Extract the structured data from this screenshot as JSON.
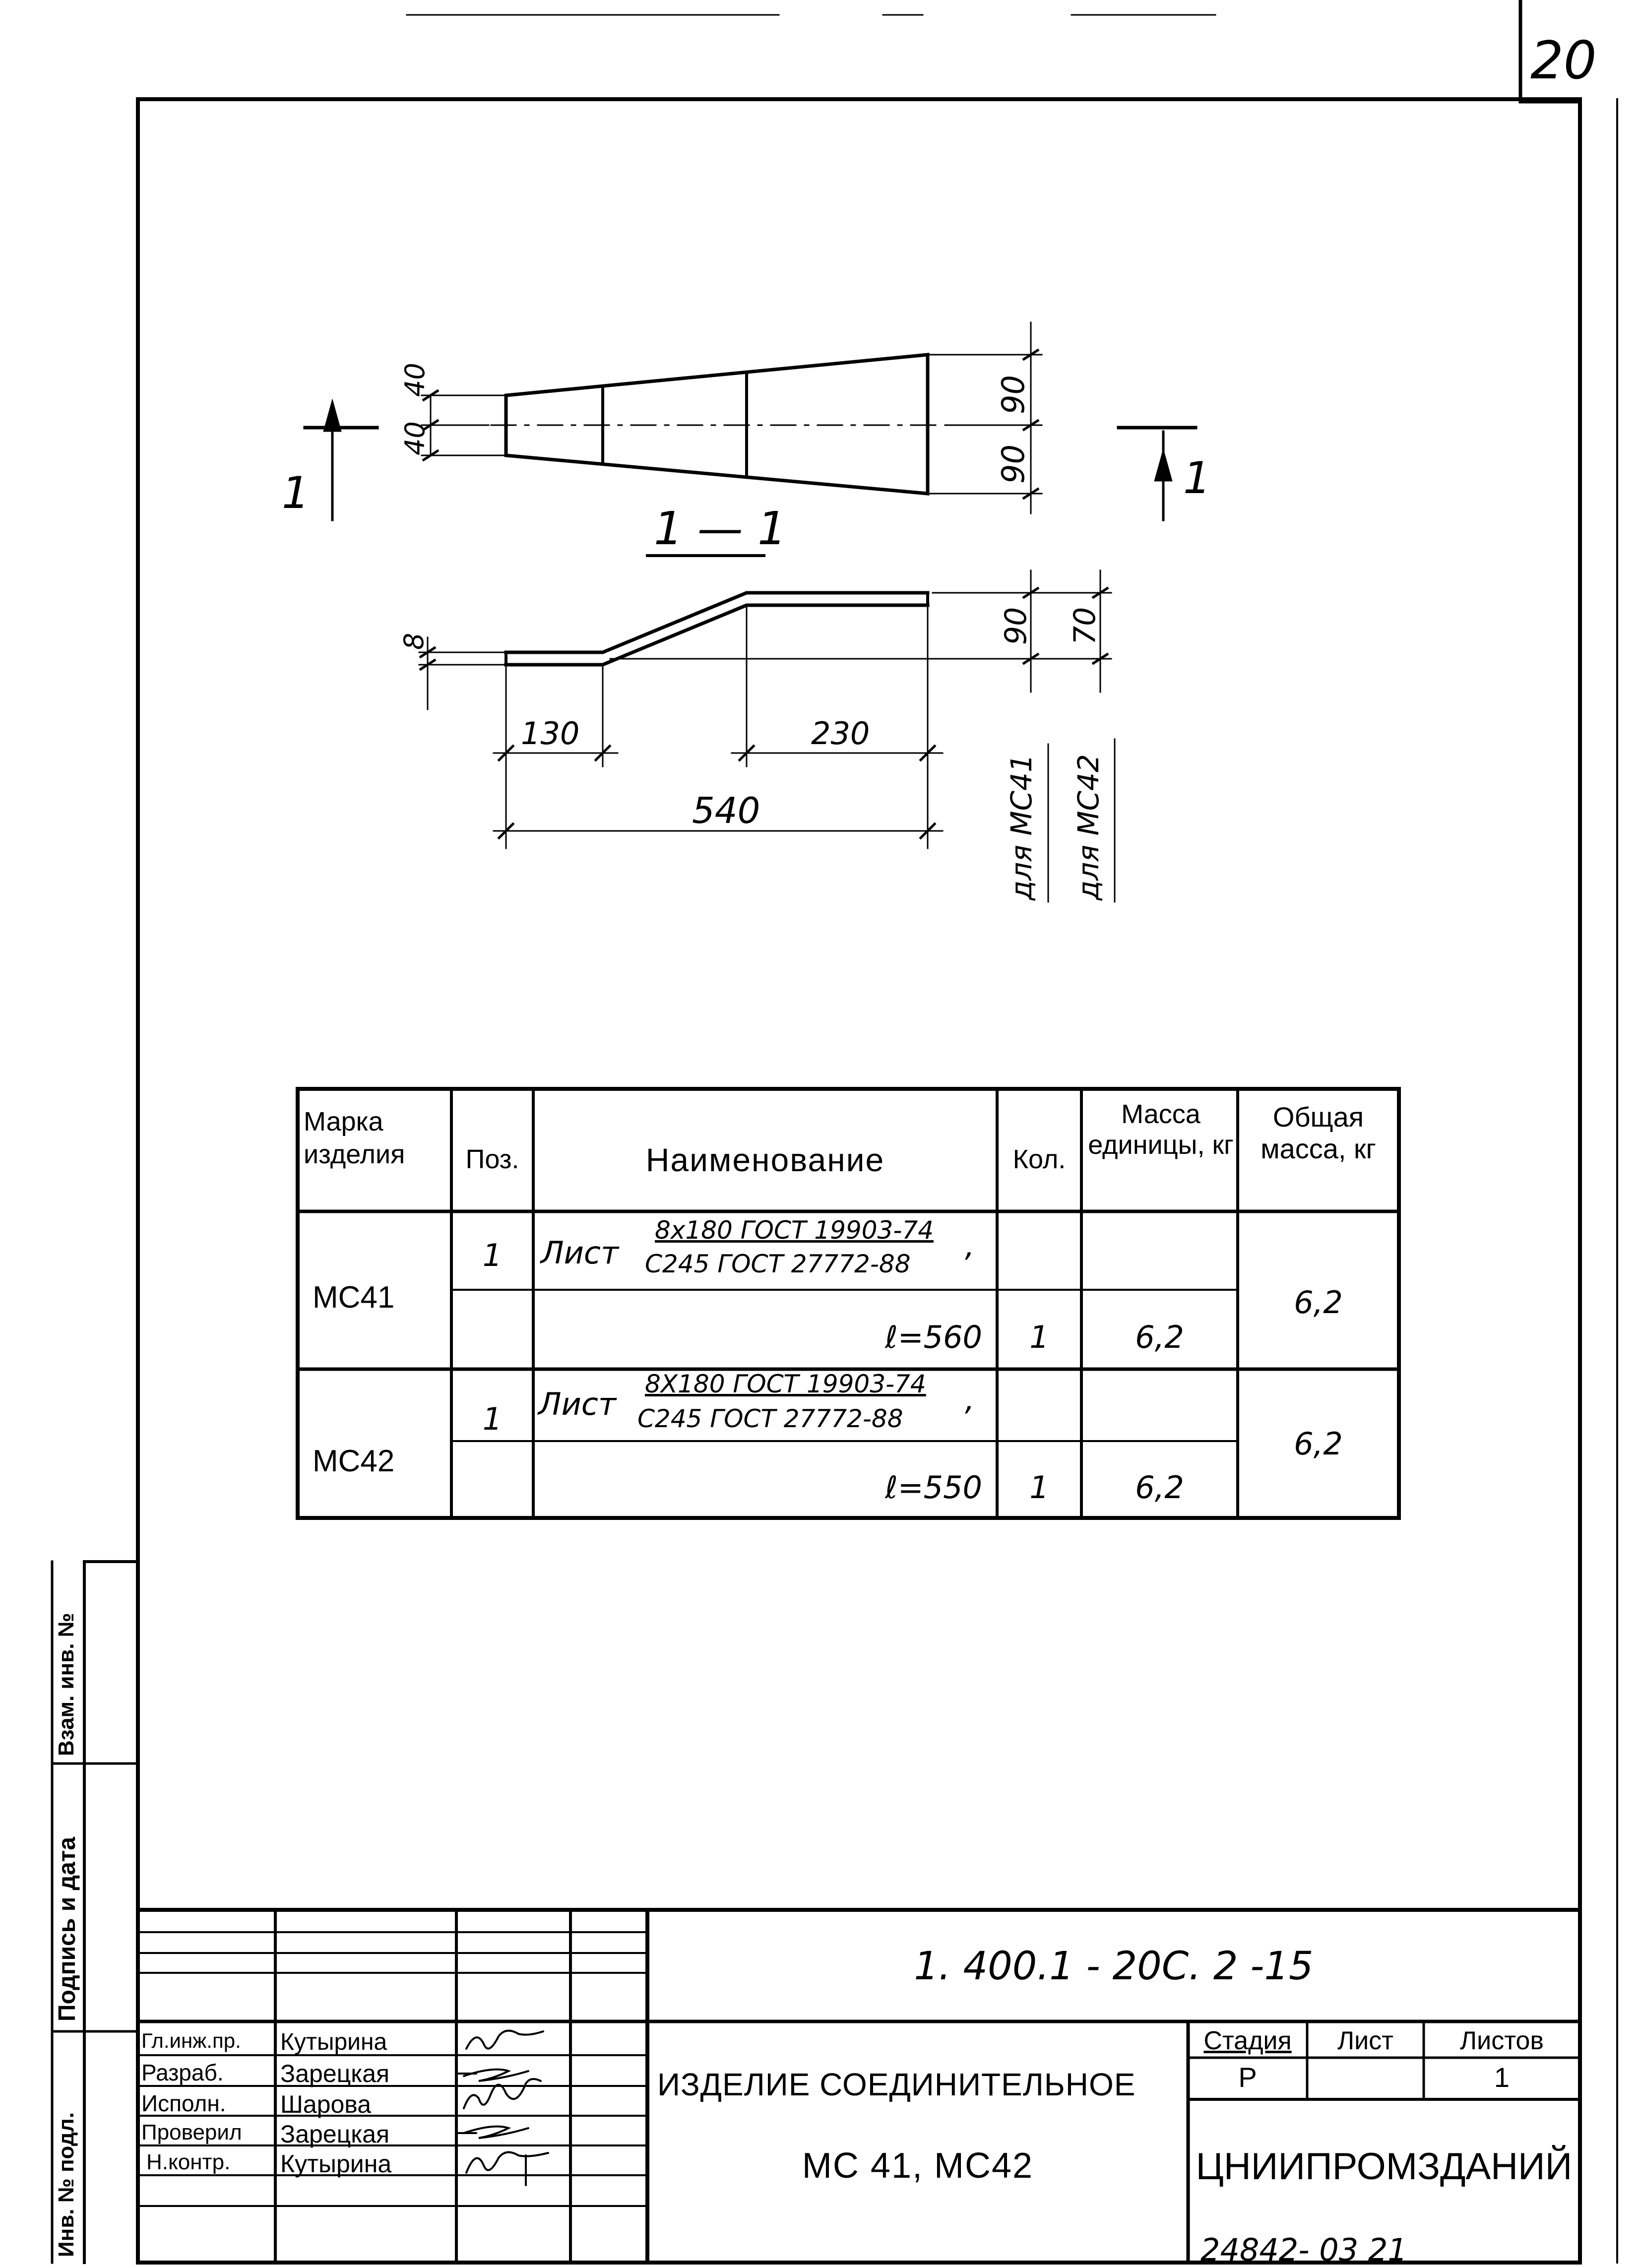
{
  "sheet_number": "20",
  "drawing": {
    "plan_dims": {
      "left_top": "40",
      "left_bottom": "40",
      "right_top": "90",
      "right_bottom": "90"
    },
    "section_mark": "1",
    "section_title": "1 — 1",
    "section_dims": {
      "thickness": "8",
      "left": "130",
      "right": "230",
      "total": "540",
      "height_mc41": "90",
      "height_mc42": "70"
    },
    "notes": [
      "для МС41",
      "для МС42"
    ]
  },
  "spec_table": {
    "headers": [
      "Марка изделия",
      "Поз.",
      "Наименование",
      "Кол.",
      "Масса единицы, кг",
      "Общая масса, кг"
    ],
    "rows": [
      {
        "mark": "МС41",
        "pos": "1",
        "name_prefix": "Лист",
        "name_top": "8х180 ГОСТ 19903-74",
        "name_bottom": "С245 ГОСТ 27772-88",
        "length": "ℓ=560",
        "qty": "1",
        "unit_mass": "6,2",
        "total_mass": "6,2"
      },
      {
        "mark": "МС42",
        "pos": "1",
        "name_prefix": "Лист",
        "name_top": "8Х180 ГОСТ 19903-74",
        "name_bottom": "С245 ГОСТ 27772-88",
        "length": "ℓ=550",
        "qty": "1",
        "unit_mass": "6,2",
        "total_mass": "6,2"
      }
    ]
  },
  "side_stamp": [
    "Инв. № подл.",
    "Подпись и дата",
    "Взам. инв. №"
  ],
  "title_block": {
    "code": "1. 400.1 - 20С. 2 -15",
    "roles": [
      {
        "role": "Гл.инж.пр.",
        "name": "Кутырина"
      },
      {
        "role": "Разраб.",
        "name": "Зарецкая"
      },
      {
        "role": "Исполн.",
        "name": "Шарова"
      },
      {
        "role": "Проверил",
        "name": "Зарецкая"
      },
      {
        "role": "Н.контр.",
        "name": "Кутырина"
      }
    ],
    "title_line1": "ИЗДЕЛИЕ СОЕДИНИТЕЛЬНОЕ",
    "title_line2": "МС 41, МС42",
    "stage_label": "Стадия",
    "sheet_label": "Лист",
    "sheets_label": "Листов",
    "stage_value": "Р",
    "sheet_value": "",
    "sheets_value": "1",
    "organization": "ЦНИИПРОМЗДАНИЙ"
  },
  "archive_number": "24842- 03 21"
}
